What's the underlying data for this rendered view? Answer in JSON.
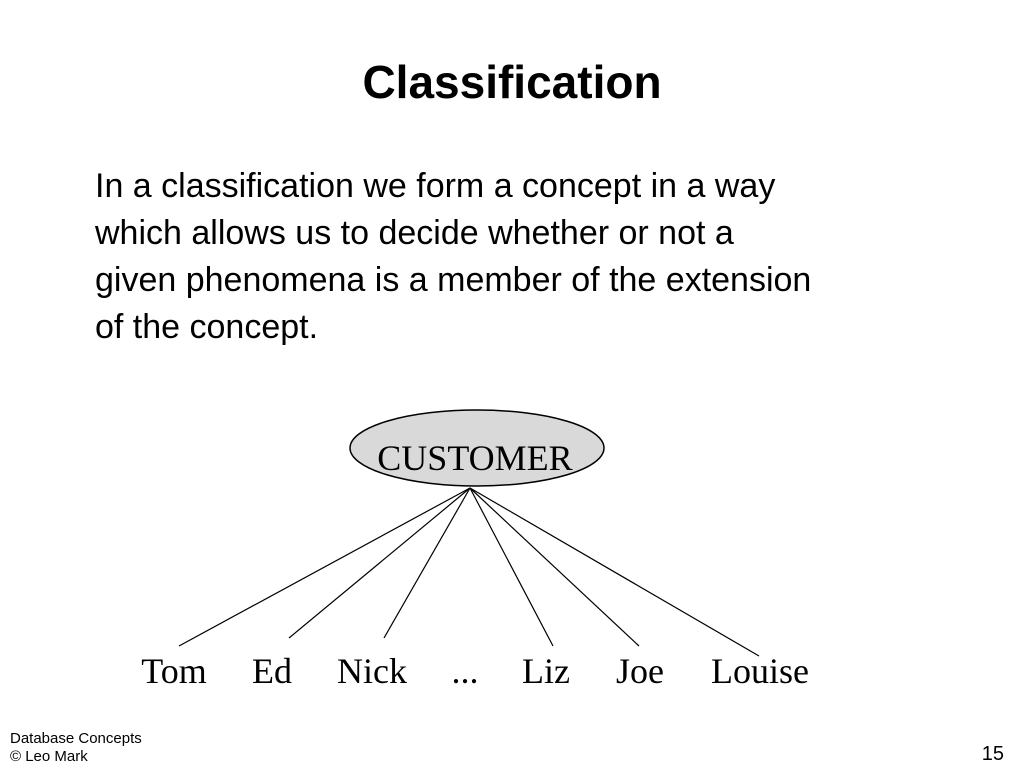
{
  "slide": {
    "title": "Classification",
    "body_lines": [
      "In a classification we form a concept in a way",
      "which allows us to decide whether or not a",
      "given phenomena is a member of the extension",
      "of the concept."
    ]
  },
  "diagram": {
    "root": {
      "label": "CUSTOMER",
      "fill": "#d9d9d9",
      "stroke": "#000000"
    },
    "children": [
      {
        "label": "Tom"
      },
      {
        "label": "Ed"
      },
      {
        "label": "Nick"
      },
      {
        "label": "..."
      },
      {
        "label": "Liz"
      },
      {
        "label": "Joe"
      },
      {
        "label": "Louise"
      }
    ],
    "edges": [
      {
        "from": "CUSTOMER",
        "to": "Tom"
      },
      {
        "from": "CUSTOMER",
        "to": "Ed"
      },
      {
        "from": "CUSTOMER",
        "to": "Nick"
      },
      {
        "from": "CUSTOMER",
        "to": "Liz"
      },
      {
        "from": "CUSTOMER",
        "to": "Joe"
      },
      {
        "from": "CUSTOMER",
        "to": "Louise"
      }
    ]
  },
  "footer": {
    "course": "Database Concepts",
    "author": "© Leo Mark",
    "page_number": "15"
  }
}
